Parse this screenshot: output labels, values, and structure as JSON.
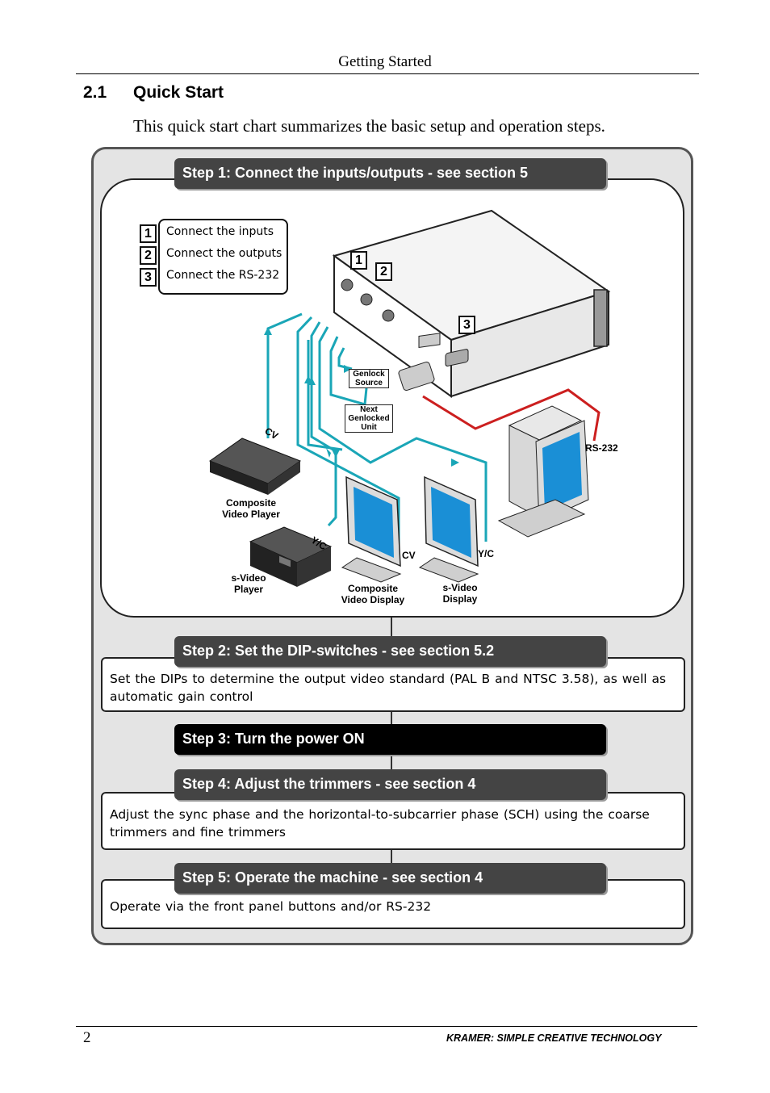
{
  "header": {
    "running_title": "Getting Started"
  },
  "section": {
    "number": "2.1",
    "title": "Quick Start"
  },
  "intro": "This quick start chart summarizes the basic setup and operation steps.",
  "steps": [
    {
      "title": "Step 1: Connect the inputs/outputs - see section 5",
      "body": ""
    },
    {
      "title": "Step 2: Set the DIP-switches - see section 5.2",
      "body": "Set the DIPs to determine the output video standard (PAL B and NTSC 3.58), as well as automatic gain control"
    },
    {
      "title": "Step 3: Turn the power ON",
      "body": ""
    },
    {
      "title": "Step 4: Adjust the trimmers - see section 4",
      "body": "Adjust the sync phase and the horizontal-to-subcarrier phase (SCH) using the coarse trimmers and fine trimmers"
    },
    {
      "title": "Step 5: Operate the machine - see section 4",
      "body": "Operate via the front panel buttons and/or RS-232"
    }
  ],
  "legend": [
    {
      "num": "1",
      "text": "Connect the inputs"
    },
    {
      "num": "2",
      "text": "Connect the outputs"
    },
    {
      "num": "3",
      "text": "Connect the RS-232"
    }
  ],
  "diagram": {
    "device_marks": [
      "1",
      "2",
      "3"
    ],
    "genlock_source": [
      "Genlock",
      "Source"
    ],
    "next_genlocked": [
      "Next",
      "Genlocked",
      "Unit"
    ],
    "rs232": "RS-232",
    "cv_label": "CV",
    "yc_label": "Y/C",
    "cv_display_label": "CV",
    "yc_display_label": "Y/C",
    "composite_player": [
      "Composite",
      "Video Player"
    ],
    "svideo_player": [
      "s-Video",
      "Player"
    ],
    "composite_display": [
      "Composite",
      "Video Display"
    ],
    "svideo_display": [
      "s-Video",
      "Display"
    ]
  },
  "footer": {
    "page_number": "2",
    "tagline": "KRAMER:  SIMPLE CREATIVE TECHNOLOGY"
  },
  "colors": {
    "cable": "#1aa6b7",
    "rs232_cable": "#cc1f1f",
    "step_bar": "#444444",
    "step3_bar": "#000000",
    "chart_bg": "#e4e4e4"
  }
}
